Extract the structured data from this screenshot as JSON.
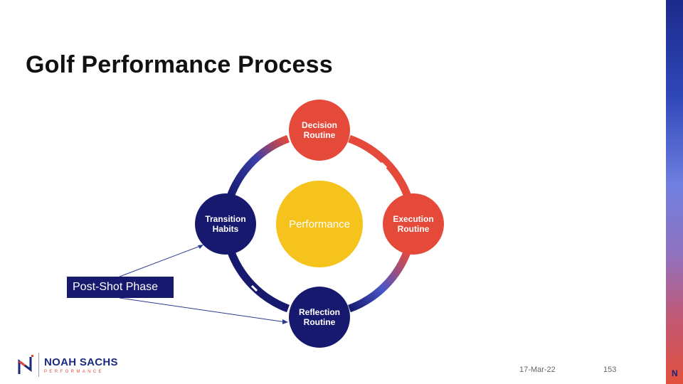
{
  "slide": {
    "title": "Golf Performance Process",
    "date": "17-Mar-22",
    "page_number": "153"
  },
  "diagram": {
    "center": "Performance",
    "nodes": [
      {
        "key": "decision",
        "label": "Decision\nRoutine"
      },
      {
        "key": "execution",
        "label": "Execution\nRoutine"
      },
      {
        "key": "reflection",
        "label": "Reflection\nRoutine"
      },
      {
        "key": "transition",
        "label": "Transition\nHabits"
      }
    ],
    "callout": "Post-Shot Phase"
  },
  "logo": {
    "name": "NOAH SACHS",
    "subtitle": "PERFORMANCE"
  },
  "colors": {
    "red": "#e5493a",
    "navy": "#16196e",
    "yellow": "#f6c21c"
  }
}
